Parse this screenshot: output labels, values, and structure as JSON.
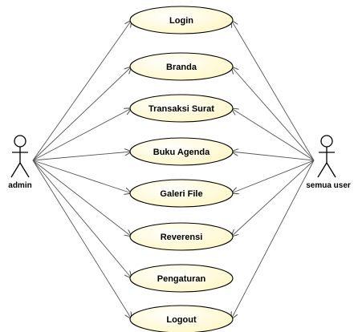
{
  "diagram": {
    "type": "use-case",
    "colors": {
      "usecase_fill": "#fffde0",
      "usecase_stroke": "#000000",
      "line": "#555555"
    },
    "actors": {
      "left": {
        "name": "admin"
      },
      "right": {
        "name": "semua user"
      }
    },
    "usecases": [
      {
        "id": "login",
        "label": "Login"
      },
      {
        "id": "branda",
        "label": "Branda"
      },
      {
        "id": "transaksi-surat",
        "label": "Transaksi Surat"
      },
      {
        "id": "buku-agenda",
        "label": "Buku Agenda"
      },
      {
        "id": "galeri-file",
        "label": "Galeri File"
      },
      {
        "id": "reverensi",
        "label": "Reverensi"
      },
      {
        "id": "pengaturan",
        "label": "Pengaturan"
      },
      {
        "id": "logout",
        "label": "Logout"
      }
    ],
    "associations": {
      "admin": [
        "login",
        "branda",
        "transaksi-surat",
        "buku-agenda",
        "galeri-file",
        "reverensi",
        "pengaturan",
        "logout"
      ],
      "semua user": [
        "login",
        "branda",
        "transaksi-surat",
        "buku-agenda",
        "galeri-file",
        "reverensi",
        "logout"
      ]
    }
  }
}
